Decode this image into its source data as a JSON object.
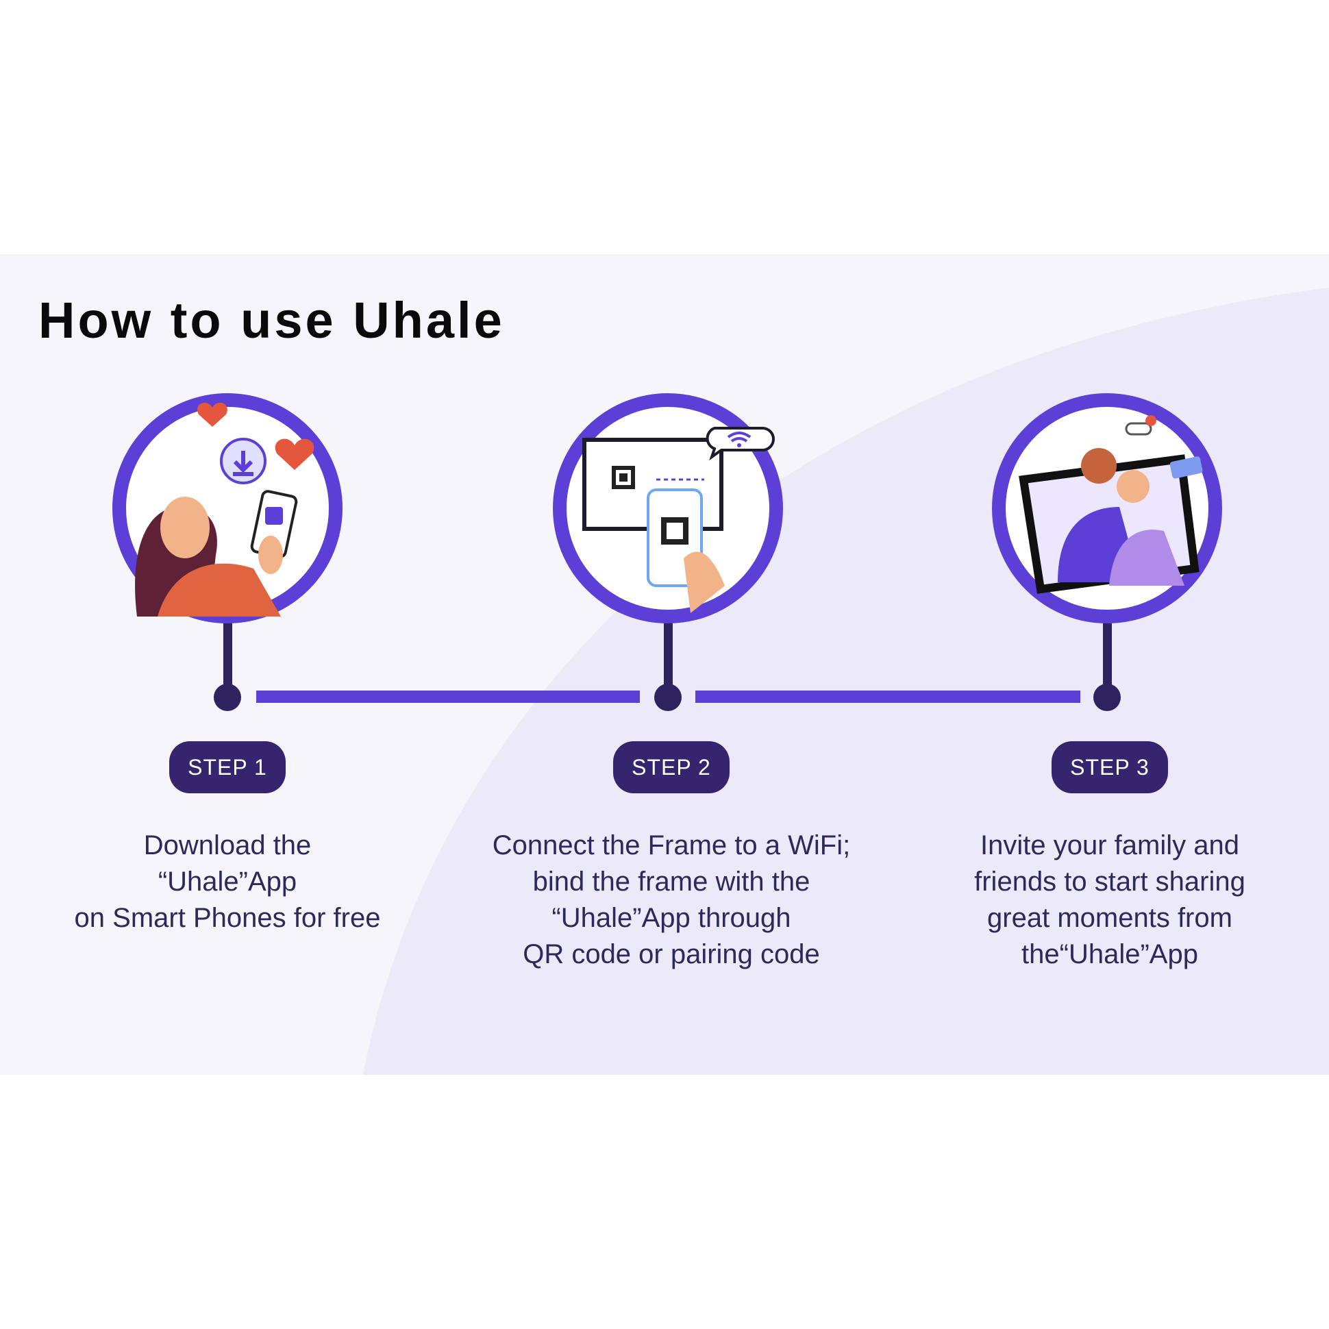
{
  "title": "How to use Uhale",
  "colors": {
    "accent": "#5b3fd6",
    "badge": "#35256e",
    "background_shape": "#efedf9",
    "text": "#2b2a5a"
  },
  "steps": [
    {
      "badge": "STEP 1",
      "lines": [
        "Download the",
        "“Uhale”App",
        "on Smart Phones for free"
      ],
      "illustration": "woman-with-phone-downloading-app"
    },
    {
      "badge": "STEP 2",
      "lines": [
        "Connect the Frame to a WiFi;",
        "bind the frame with the",
        "“Uhale”App through",
        "QR code or pairing code"
      ],
      "illustration": "phone-scanning-qr-on-frame"
    },
    {
      "badge": "STEP 3",
      "lines": [
        "Invite your family and",
        "friends to start sharing",
        "great moments from",
        "the“Uhale”App"
      ],
      "illustration": "family-in-photo-frame"
    }
  ]
}
